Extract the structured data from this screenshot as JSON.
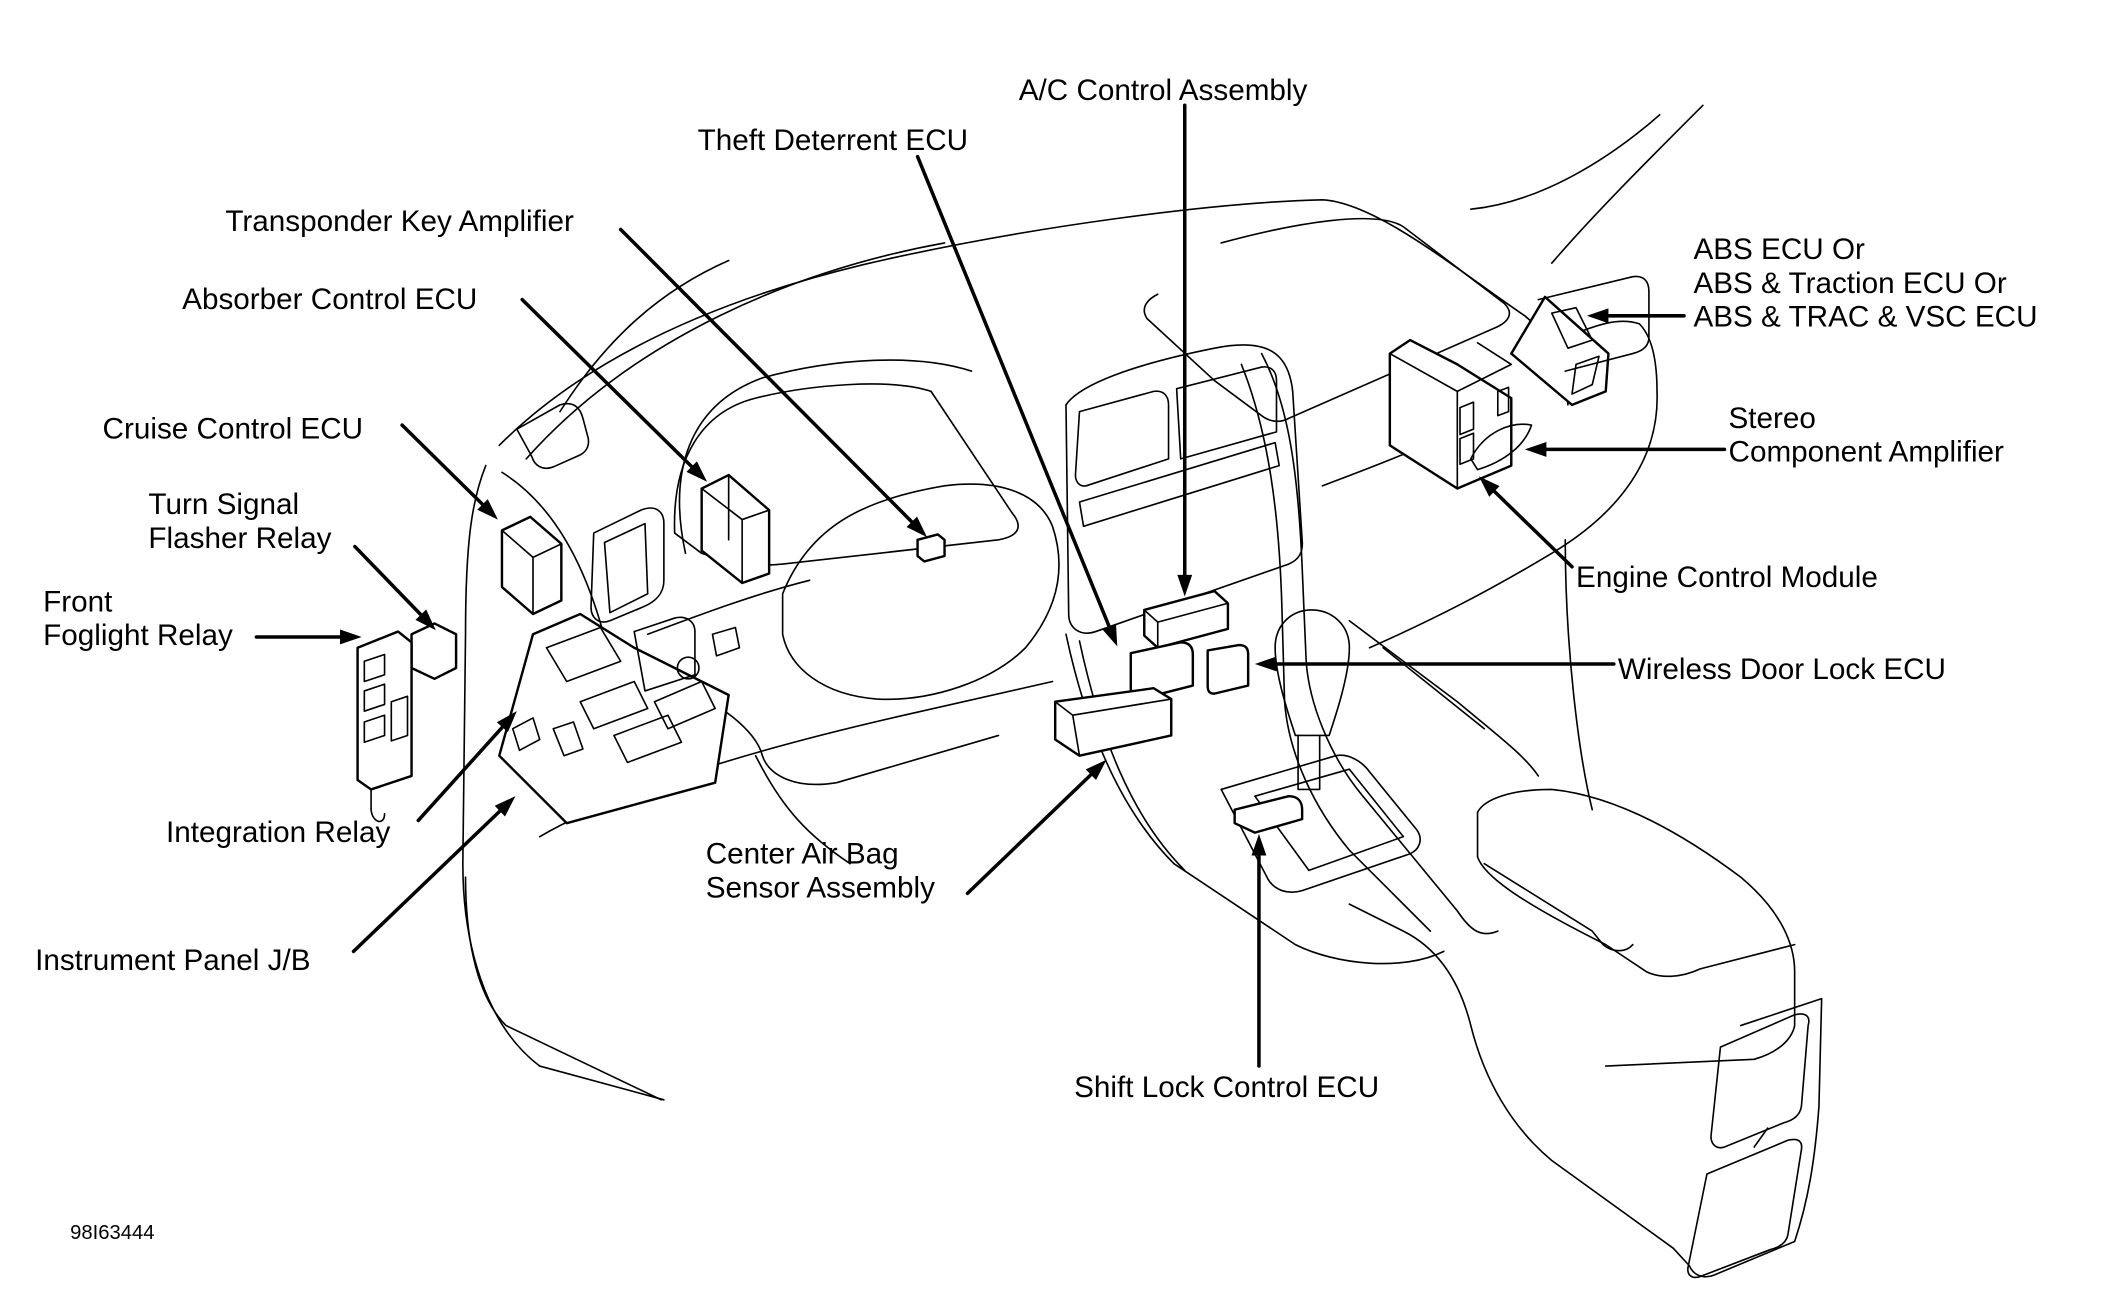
{
  "figure_id": "98I63444",
  "colors": {
    "line": "#000000",
    "background": "#ffffff"
  },
  "components": [
    {
      "key": "ac",
      "lines": [
        "A/C  Control Assembly"
      ]
    },
    {
      "key": "theft",
      "lines": [
        "Theft Deterrent ECU"
      ]
    },
    {
      "key": "transponder",
      "lines": [
        "Transponder Key Amplifier"
      ]
    },
    {
      "key": "absorber",
      "lines": [
        "Absorber Control ECU"
      ]
    },
    {
      "key": "cruise",
      "lines": [
        "Cruise Control ECU"
      ]
    },
    {
      "key": "turn",
      "lines": [
        "Turn Signal",
        "Flasher Relay"
      ]
    },
    {
      "key": "fog",
      "lines": [
        "Front",
        "Foglight Relay"
      ]
    },
    {
      "key": "integration",
      "lines": [
        "Integration Relay"
      ]
    },
    {
      "key": "jb",
      "lines": [
        "Instrument Panel J/B"
      ]
    },
    {
      "key": "airbag",
      "lines": [
        "Center Air Bag",
        "Sensor Assembly"
      ]
    },
    {
      "key": "shift",
      "lines": [
        "Shift Lock Control ECU"
      ]
    },
    {
      "key": "wireless",
      "lines": [
        "Wireless Door Lock ECU"
      ]
    },
    {
      "key": "ecm",
      "lines": [
        "Engine Control Module"
      ]
    },
    {
      "key": "stereo",
      "lines": [
        "Stereo",
        "Component Amplifier"
      ]
    },
    {
      "key": "abs",
      "lines": [
        "ABS ECU Or",
        "ABS & Traction ECU Or",
        "ABS & TRAC & VSC ECU"
      ]
    }
  ]
}
